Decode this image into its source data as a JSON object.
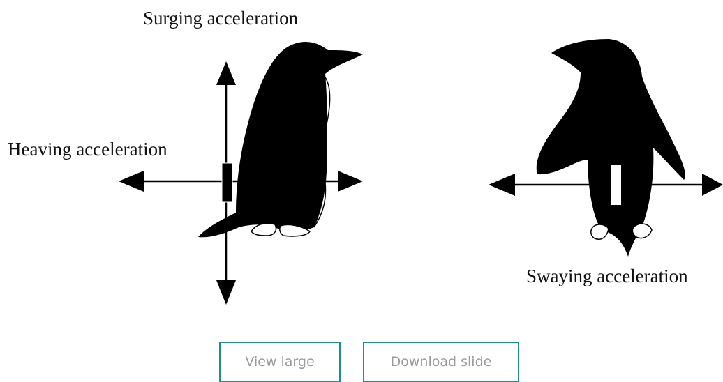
{
  "figure": {
    "labels": {
      "surging": "Surging acceleration",
      "heaving": "Heaving acceleration",
      "swaying": "Swaying acceleration"
    }
  },
  "actions": {
    "view_large": "View large",
    "download_slide": "Download slide"
  },
  "colors": {
    "button_border": "#1f8f85",
    "button_text": "#9a9a9a",
    "figure_ink": "#000000"
  }
}
